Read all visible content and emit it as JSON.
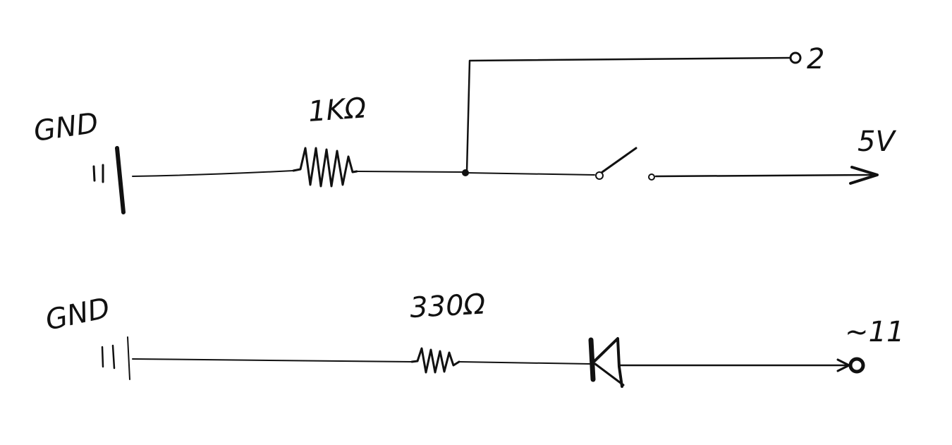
{
  "diagram": {
    "ink_color": "#111111",
    "background": "#ffffff",
    "top_circuit": {
      "ground_label": "GND",
      "resistor_label": "1KΩ",
      "supply_label": "5V",
      "pin_label": "2"
    },
    "bottom_circuit": {
      "ground_label": "GND",
      "resistor_label": "330Ω",
      "pin_label": "~11"
    }
  }
}
